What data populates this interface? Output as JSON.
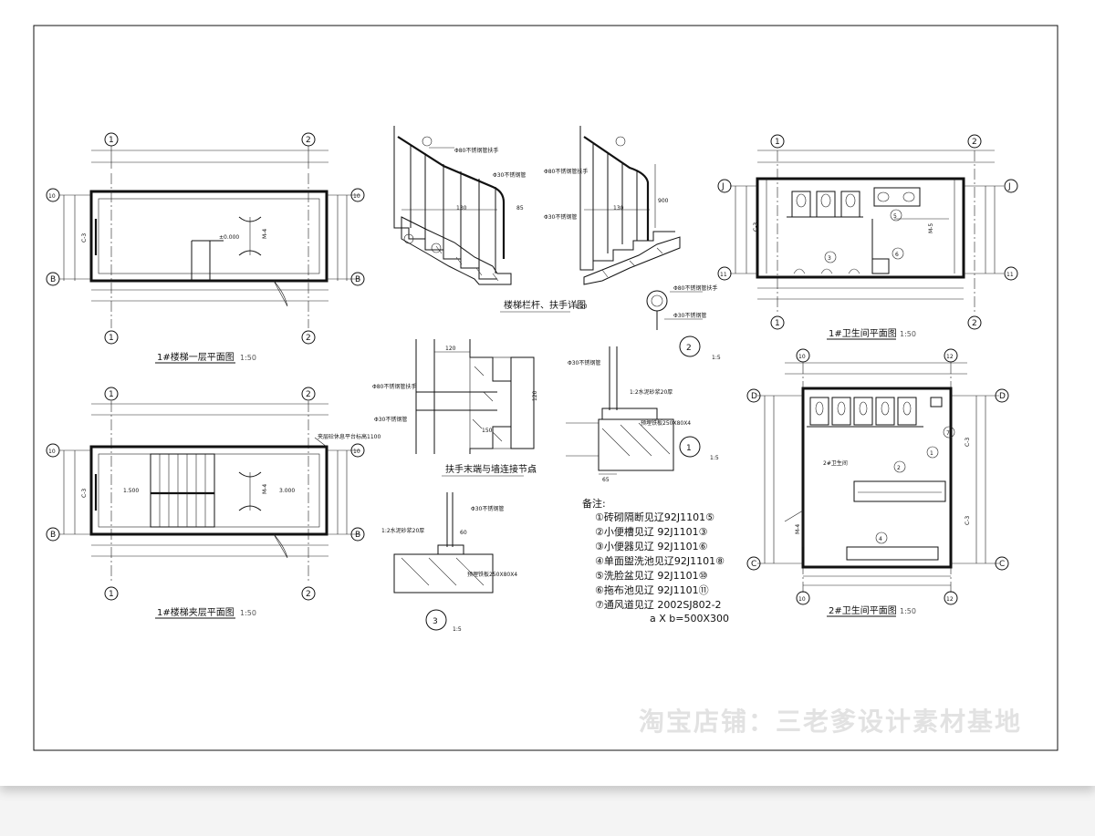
{
  "plans": {
    "stair_first_floor": {
      "title": "1#楼梯一层平面图",
      "scale": "1:50",
      "level": "±0.000",
      "door": "M-4",
      "label_c": "C-3"
    },
    "stair_mezzanine": {
      "title": "1#楼梯夹层平面图",
      "scale": "1:50",
      "level_left": "1.500",
      "level_right": "3.000",
      "door": "M-4",
      "label_c": "C-3",
      "note": "夹层砼休息平台标高1100"
    },
    "toilet_1": {
      "title": "1#卫生间平面图",
      "scale": "1:50",
      "door": "M-5",
      "label_c": "C-3"
    },
    "toilet_2": {
      "title": "2#卫生间平面图",
      "scale": "1:50",
      "door": "M-4",
      "label_c": "C-3",
      "room": "2#卫生间"
    }
  },
  "axes": {
    "one": "1",
    "two": "2",
    "b": "B",
    "ten": "10",
    "j": "J",
    "eleven": "11",
    "twelve": "12",
    "d": "D",
    "c": "C",
    "m1": "1",
    "m2": "2",
    "m3": "3",
    "m4": "4",
    "m5": "5",
    "m6": "6",
    "m7": "7"
  },
  "details": {
    "railing_title": "楼梯栏杆、扶手详图",
    "railing_scale": "1:20",
    "phi80": "Φ80不锈钢管扶手",
    "phi30": "Φ30不锈钢管",
    "dim_130": "130",
    "dim_900": "900",
    "dim_85": "85",
    "handrail_end_title": "扶手末端与墙连接节点",
    "handrail_end_scale": "1:5",
    "dim_120": "120",
    "dim_150": "150",
    "dim_60": "60",
    "dim_120b": "120",
    "cement_mortar": "1:2水泥砂浆20厚",
    "embedded_plate": "预埋铁板250X80X4",
    "dim_65": "65",
    "detail_1": "1",
    "detail_2": "2",
    "detail_3": "3",
    "scale_1_5": "1:5"
  },
  "notes": {
    "heading": "备注:",
    "items": [
      "①砖砌隔断见辽92J1101⑤",
      "②小便槽见辽 92J1101③",
      "③小便器见辽 92J1101⑥",
      "④单面盥洗池见辽92J1101⑧",
      "⑤洗脸盆见辽 92J1101⑩",
      "⑥拖布池见辽 92J1101⑪",
      "⑦通风道见辽 2002SJ802-2"
    ],
    "last": "a X b=500X300"
  },
  "watermark": "淘宝店铺：三老爹设计素材基地"
}
